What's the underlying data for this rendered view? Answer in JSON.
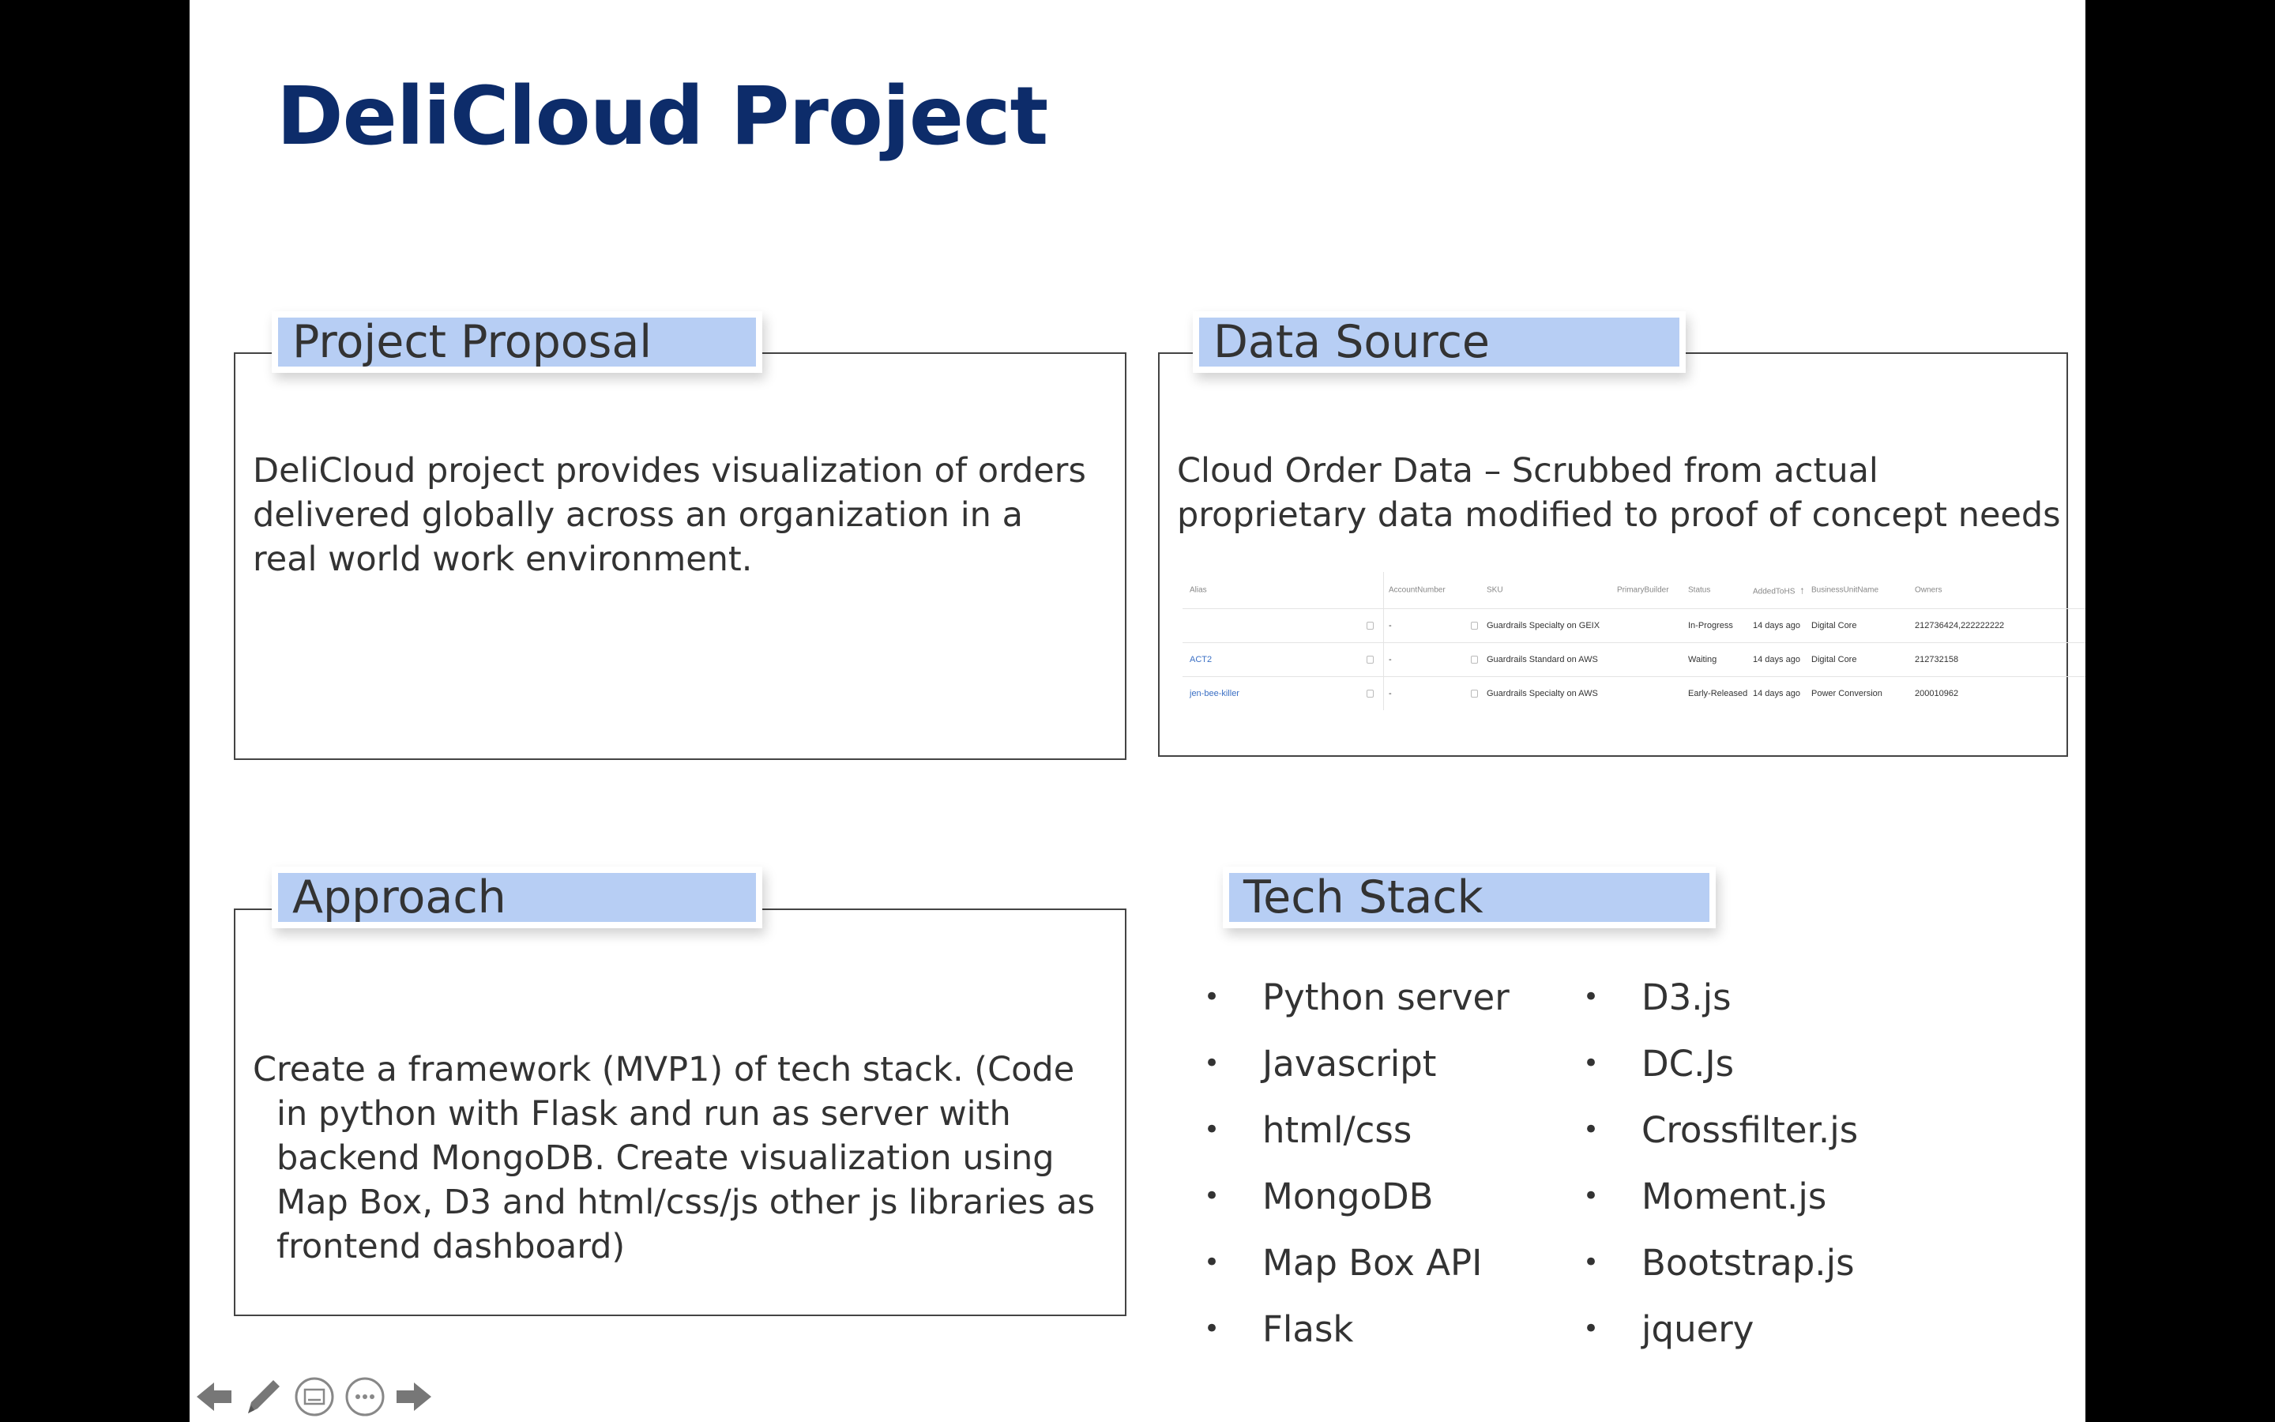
{
  "slide": {
    "title": "DeliCloud Project"
  },
  "sections": {
    "proposal": {
      "heading": "Project Proposal",
      "text": "DeliCloud project provides visualization of orders delivered globally across an organization in a real world work environment."
    },
    "datasource": {
      "heading": "Data Source",
      "text": "Cloud Order Data – Scrubbed from actual proprietary data modified to proof of concept needs",
      "table": {
        "headers": [
          "Alias",
          "AccountNumber",
          "SKU",
          "PrimaryBuilder",
          "Status",
          "AddedToHS",
          "BusinessUnitName",
          "Owners"
        ],
        "sort_indicator": "↑",
        "rows": [
          {
            "alias": "",
            "account": "-",
            "sku": "Guardrails Specialty on GEIX",
            "builder": "",
            "status": "In-Progress",
            "added": "14 days ago",
            "bu": "Digital Core",
            "owners": "212736424,222222222"
          },
          {
            "alias": "ACT2",
            "account": "-",
            "sku": "Guardrails Standard on AWS",
            "builder": "",
            "status": "Waiting",
            "added": "14 days ago",
            "bu": "Digital Core",
            "owners": "212732158"
          },
          {
            "alias": "jen-bee-killer",
            "account": "-",
            "sku": "Guardrails Specialty on AWS",
            "builder": "",
            "status": "Early-Released",
            "added": "14 days ago",
            "bu": "Power Conversion",
            "owners": "200010962"
          }
        ]
      }
    },
    "approach": {
      "heading": "Approach",
      "text": "Create a framework (MVP1) of tech stack. (Code in python with Flask and run as server with backend MongoDB. Create visualization using Map Box, D3 and html/css/js other js libraries as frontend dashboard)"
    },
    "techstack": {
      "heading": "Tech Stack",
      "bullet": "•",
      "col1": [
        "Python server",
        "Javascript",
        "html/css",
        "MongoDB",
        "Map Box API",
        "Flask"
      ],
      "col2": [
        "D3.js",
        "DC.Js",
        "Crossfilter.js",
        "Moment.js",
        "Bootstrap.js",
        "jquery"
      ]
    }
  },
  "controls": {
    "icons": [
      "arrow-left-icon",
      "pen-icon",
      "subtitles-icon",
      "more-icon",
      "arrow-right-icon"
    ]
  }
}
